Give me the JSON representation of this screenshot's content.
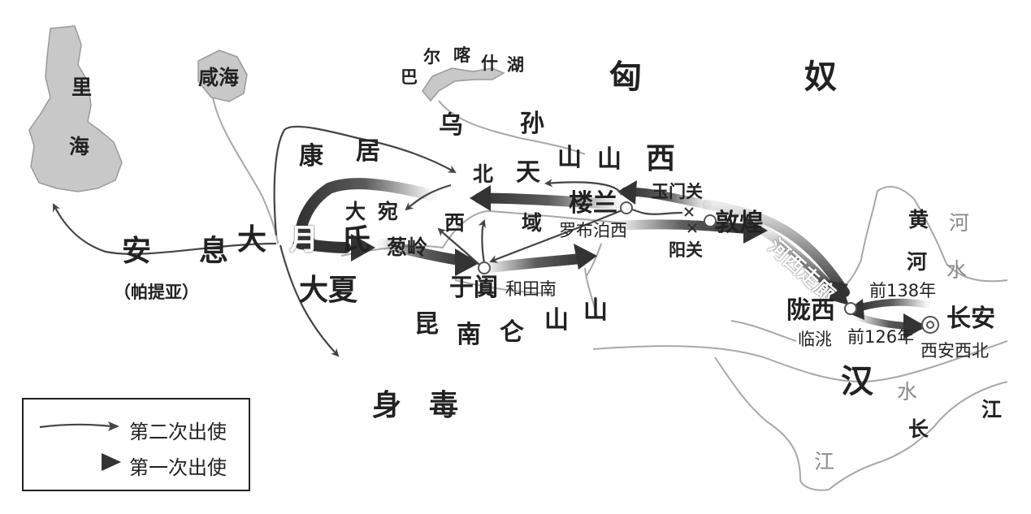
{
  "labels": {
    "xiongnu_1": "匈",
    "xiongnu_2": "奴",
    "han": "汉",
    "li": "里",
    "hai": "海",
    "xianhai": "咸海",
    "baerkashi_1": "巴",
    "baerkashi_2": "尔",
    "baerkashi_3": "喀",
    "baerkashi_4": "什",
    "baerkashi_5": "湖",
    "wusun_1": "乌",
    "wusun_2": "孙",
    "kangju_1": "康",
    "kangju_2": "居",
    "beitian_1": "北",
    "beitian_2": "天",
    "shanshan_1": "山",
    "shanshan_2": "山",
    "xiyu_xi": "西",
    "xiyu_yu": "域",
    "xi_big": "西",
    "dawan_1": "大",
    "dawan_2": "宛",
    "loulan": "楼兰",
    "luobupo": "罗布泊西",
    "yumenguan": "玉门关",
    "yangguan": "阳关",
    "dunhuang": "敦煌",
    "hexi": "河西走廊",
    "anxi_1": "安",
    "anxi_2": "息",
    "patiya": "（帕提亚）",
    "dayuezhi_1": "大",
    "dayuezhi_2": "月",
    "dayuezhi_3": "氏",
    "congling": "葱岭",
    "daxia": "大夏",
    "yutian": "于阗",
    "hetiannan": "和田南",
    "kunlun_1": "昆",
    "kunlun_2": "南",
    "kunlun_3": "仑",
    "kunlun_4": "山",
    "kunlun_5": "山",
    "shendu_1": "身",
    "shendu_2": "毒",
    "longxi": "陇西",
    "lintao": "临洮",
    "qian138": "前138年",
    "qian126": "前126年",
    "changan": "长安",
    "xianxibei": "西安西北",
    "huanghe_1": "黄",
    "huanghe_2": "河",
    "he_grey": "河",
    "shui_grey": "水",
    "hanshui_shui": "水",
    "jiang_right": "江",
    "chang": "长",
    "jiang_grey": "江"
  },
  "legend": {
    "second": "第二次出使",
    "first": "第一次出使"
  },
  "colors": {
    "route_dark": "#3a3a3a",
    "route_thin": "#444444",
    "lake_fill": "#c8c8c8",
    "river": "#a8a8a8",
    "text": "#222222"
  }
}
